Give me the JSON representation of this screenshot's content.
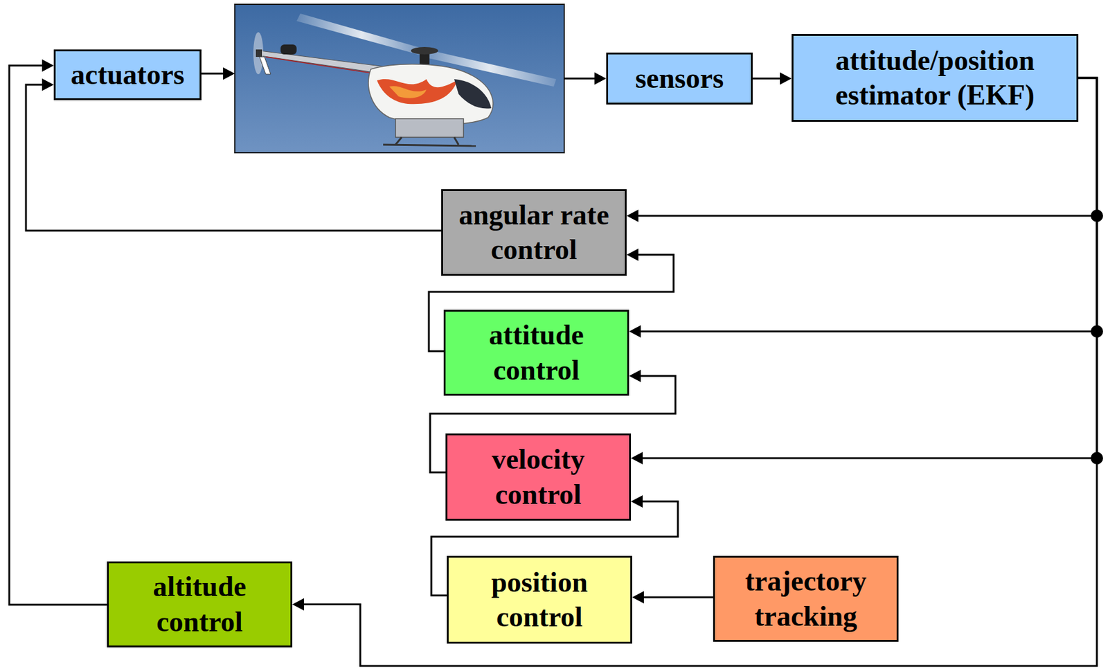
{
  "diagram": {
    "nodes": [
      {
        "text": [
          "actuators"
        ]
      },
      {
        "text": [
          "sensors"
        ]
      },
      {
        "text": [
          "attitude/position estimator (EKF)"
        ]
      },
      {
        "text": [
          "angular rate control"
        ]
      },
      {
        "text": [
          "attitude control"
        ]
      },
      {
        "text": [
          "velocity control"
        ]
      },
      {
        "text": [
          "position control"
        ]
      },
      {
        "text": [
          "trajectory tracking"
        ]
      },
      {
        "text": [
          "altitude control"
        ]
      }
    ],
    "edges": [
      {
        "from": 1,
        "to": 2,
        "arrow": "to"
      },
      {
        "from": 2,
        "to": 3,
        "arrow": "to"
      },
      {
        "from": 2,
        "to": 4,
        "arrow": "to"
      },
      {
        "from": 2,
        "to": 5,
        "arrow": "to"
      },
      {
        "from": 2,
        "to": 8,
        "arrow": "to"
      },
      {
        "from": 4,
        "to": 3,
        "arrow": "to"
      },
      {
        "from": 5,
        "to": 4,
        "arrow": "to"
      },
      {
        "from": 6,
        "to": 5,
        "arrow": "to"
      },
      {
        "from": 7,
        "to": 6,
        "arrow": "to"
      },
      {
        "from": 3,
        "to": 0,
        "arrow": "to"
      },
      {
        "from": 8,
        "to": 0,
        "arrow": "to"
      }
    ]
  }
}
